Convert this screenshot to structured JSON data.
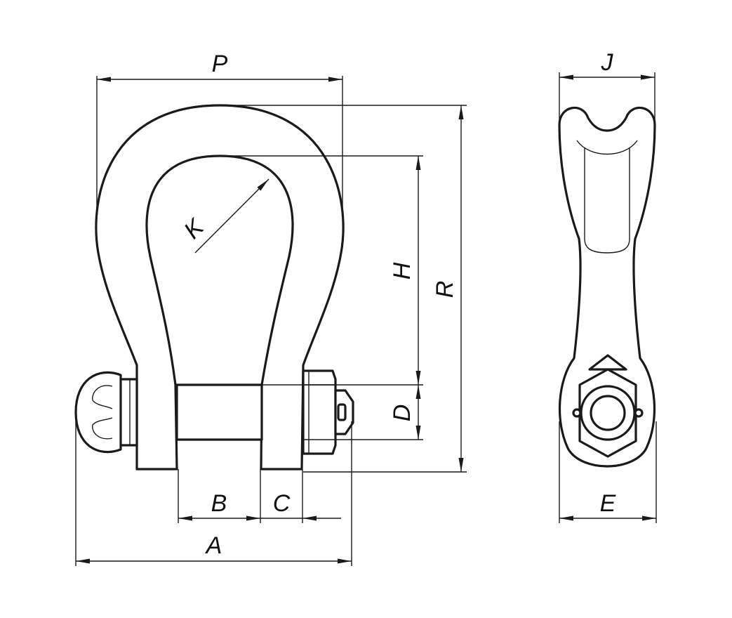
{
  "dimensions": {
    "P": "P",
    "R": "R",
    "H": "H",
    "K": "K",
    "D": "D",
    "B": "B",
    "C": "C",
    "A": "A",
    "J": "J",
    "E": "E"
  },
  "colors": {
    "line": "#1a1a1a",
    "background": "#ffffff"
  }
}
